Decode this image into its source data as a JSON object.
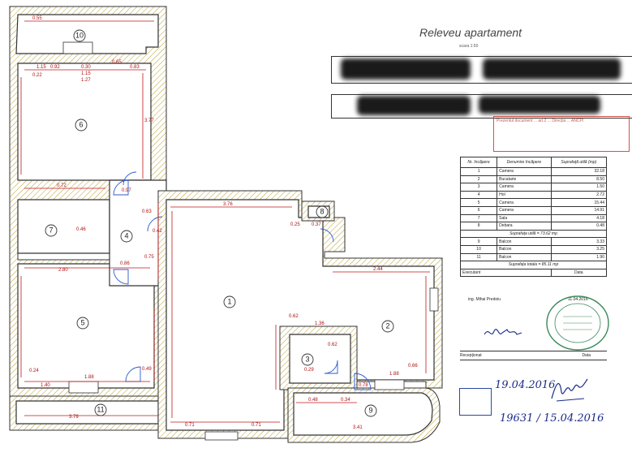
{
  "header": {
    "title": "Releveu apartament",
    "scale": "scara 1:50"
  },
  "rooms": [
    {
      "num": "1"
    },
    {
      "num": "2"
    },
    {
      "num": "3"
    },
    {
      "num": "4"
    },
    {
      "num": "5"
    },
    {
      "num": "6"
    },
    {
      "num": "7"
    },
    {
      "num": "8"
    },
    {
      "num": "9"
    },
    {
      "num": "10"
    },
    {
      "num": "11"
    }
  ],
  "dims": {
    "d1": "0.55",
    "d2": "1.15",
    "d3": "0.92",
    "d4": "0.30",
    "d5": "0.65",
    "d6": "0.22",
    "d7": "0.83",
    "d8": "1.15",
    "d9": "1.27",
    "d10": "3.77",
    "d11": "0.72",
    "d12": "0.97",
    "d13": "0.63",
    "d14": "3.76",
    "d15": "0.42",
    "d16": "0.46",
    "d17": "0.75",
    "d18": "0.86",
    "d19": "2.80",
    "d20": "0.49",
    "d21": "1.40",
    "d22": "1.88",
    "d23": "0.24",
    "d24": "3.79",
    "d25": "0.71",
    "d26": "0.71",
    "d27": "2.44",
    "d28": "0.62",
    "d29": "0.37",
    "d30": "0.25",
    "d31": "0.48",
    "d32": "0.34",
    "d33": "0.78",
    "d34": "1.88",
    "d35": "1.36",
    "d36": "0.29",
    "d37": "0.62",
    "d38": "0.66",
    "d39": "3.41"
  },
  "table": {
    "head_nr": "Nr. încăpere",
    "head_name": "Denumire încăpere",
    "head_area": "Suprafață utilă (mp)",
    "rows": [
      {
        "nr": "1",
        "name": "Camera",
        "area": "32.18"
      },
      {
        "nr": "2",
        "name": "Bucatarie",
        "area": "8.50"
      },
      {
        "nr": "3",
        "name": "Camera",
        "area": "1.50"
      },
      {
        "nr": "4",
        "name": "Hol",
        "area": "2.72"
      },
      {
        "nr": "5",
        "name": "Camera",
        "area": "15.44"
      },
      {
        "nr": "6",
        "name": "Camera",
        "area": "14.91"
      },
      {
        "nr": "7",
        "name": "Sala",
        "area": "4.18"
      },
      {
        "nr": "8",
        "name": "Debara",
        "area": "0.48"
      }
    ],
    "sum_useful": "Suprafața utilă = 73.62 mp",
    "balconies": [
      {
        "nr": "9",
        "name": "Balcon",
        "area": "3.33"
      },
      {
        "nr": "10",
        "name": "Balcon",
        "area": "3.25"
      },
      {
        "nr": "11",
        "name": "Balcon",
        "area": "1.90"
      }
    ],
    "sum_total": "Suprafața totala = 85.11 mp",
    "exec_label": "Executant",
    "exec_date_label": "Data"
  },
  "signoff": {
    "engineer": "ing. Mihai Predoiu",
    "date": "11.04.2016",
    "receiver_label": "Recepționat",
    "receiver_date_label": "Data",
    "hand_date": "19.04.2016",
    "hand_reg": "19631 / 15.04.2016"
  },
  "stamp_text": "Prezentul document ... art.2 ... Direcția ... ANCPI"
}
